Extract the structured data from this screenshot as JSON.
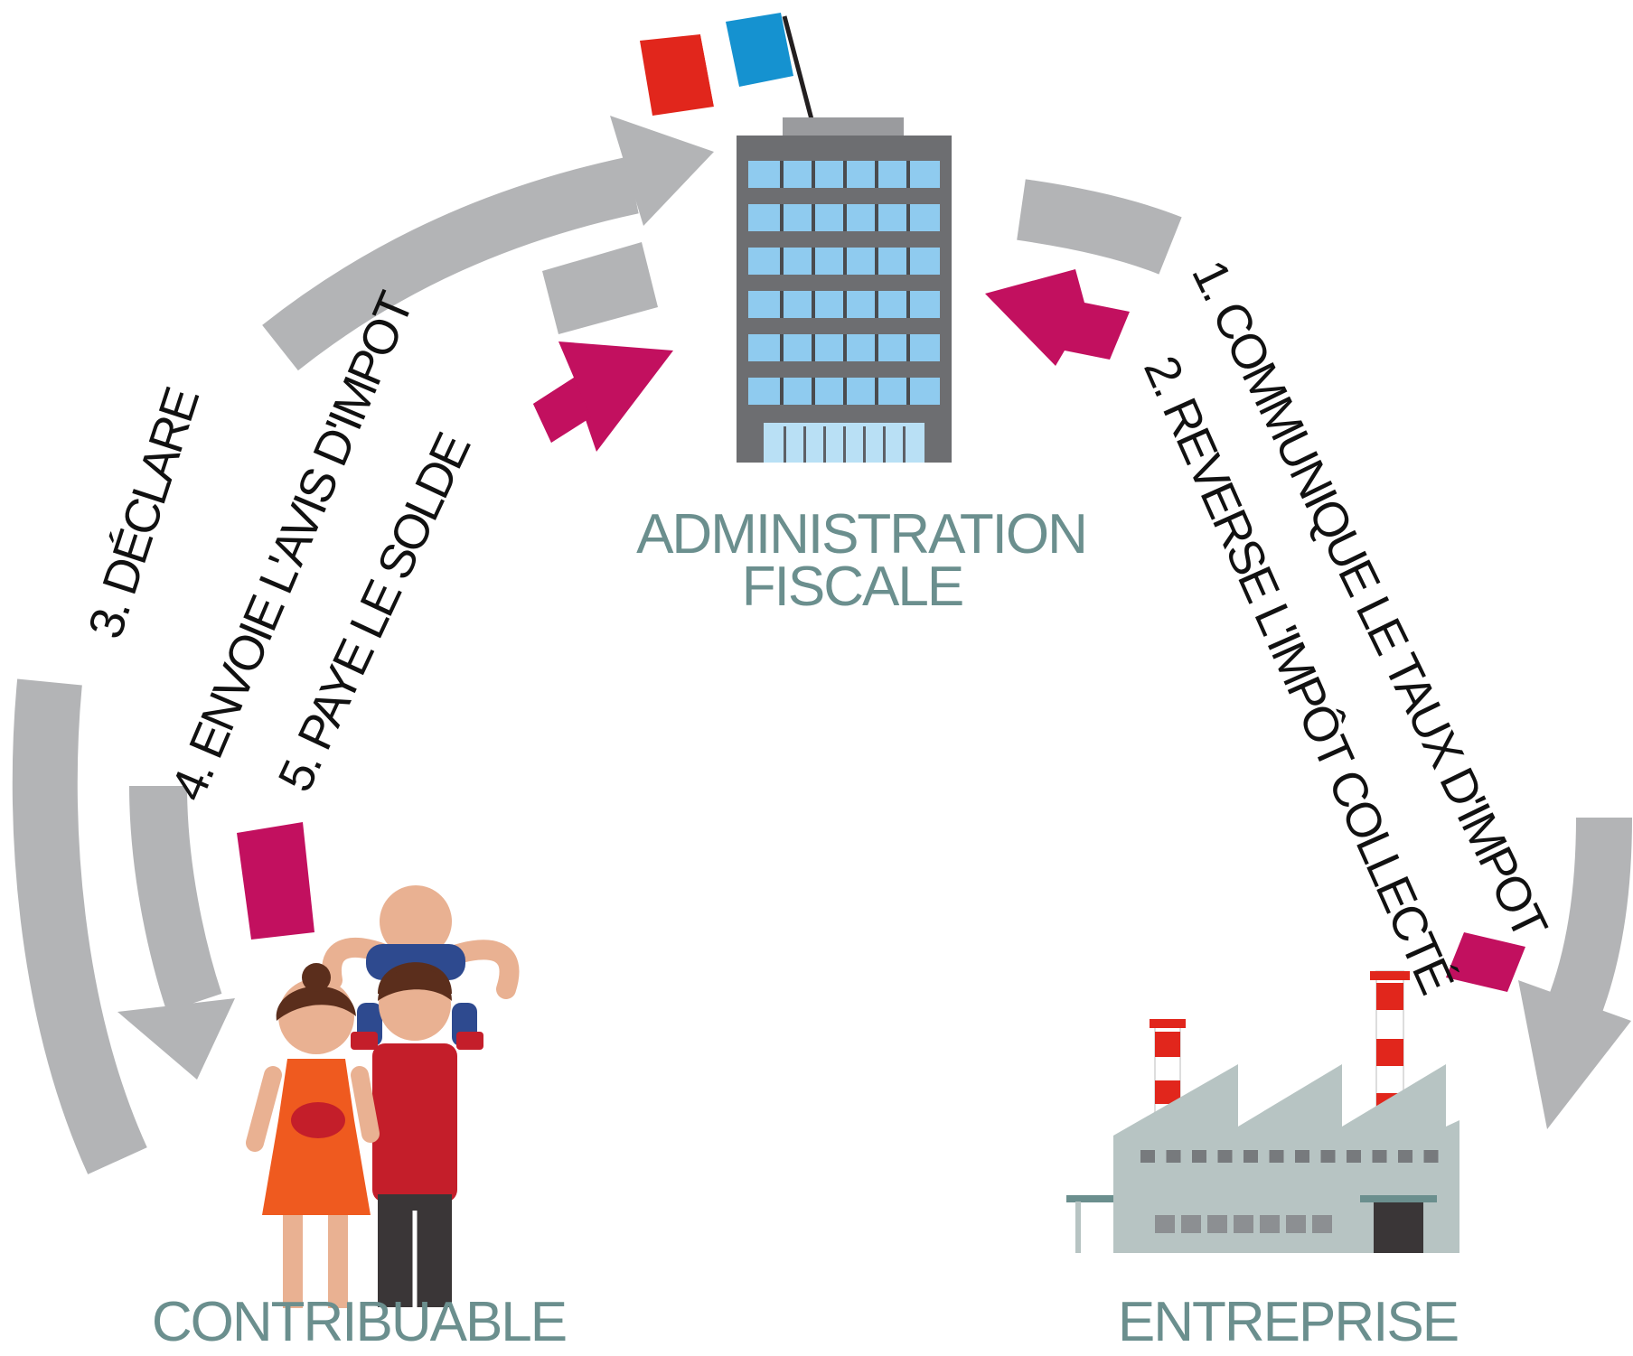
{
  "nodes": {
    "administration": {
      "line1": "ADMINISTRATION",
      "line2": "FISCALE"
    },
    "contribuable": {
      "label": "CONTRIBUABLE"
    },
    "entreprise": {
      "label": "ENTREPRISE"
    }
  },
  "steps": {
    "step1": "1. COMMUNIQUE LE TAUX D'IMPOT",
    "step2": "2. REVERSE L'IMPÔT COLLECTÉ",
    "step3": "3. DÉCLARE",
    "step4": "4. ENVOIE L'AVIS D'IMPOT",
    "step5": "5. PAYE LE SOLDE"
  },
  "colors": {
    "arrow_grey": "#b3b4b6",
    "arrow_magenta": "#c2105f",
    "label_teal": "#6b8f8e",
    "building_grey": "#6d6e71",
    "window_blue": "#8fcbef",
    "flag_red": "#e1261c",
    "flag_blue": "#1592d0",
    "factory_body": "#b7c4c3",
    "chimney_red": "#e1261c",
    "dress_orange": "#ef5a1f",
    "shirt_red": "#c41e2a",
    "skin": "#e9b192",
    "hair_brown": "#5b2e1c"
  },
  "icons": {
    "building": "tax-office-building-icon",
    "flag": "french-flag-icon",
    "family": "family-icon",
    "factory": "factory-icon"
  }
}
